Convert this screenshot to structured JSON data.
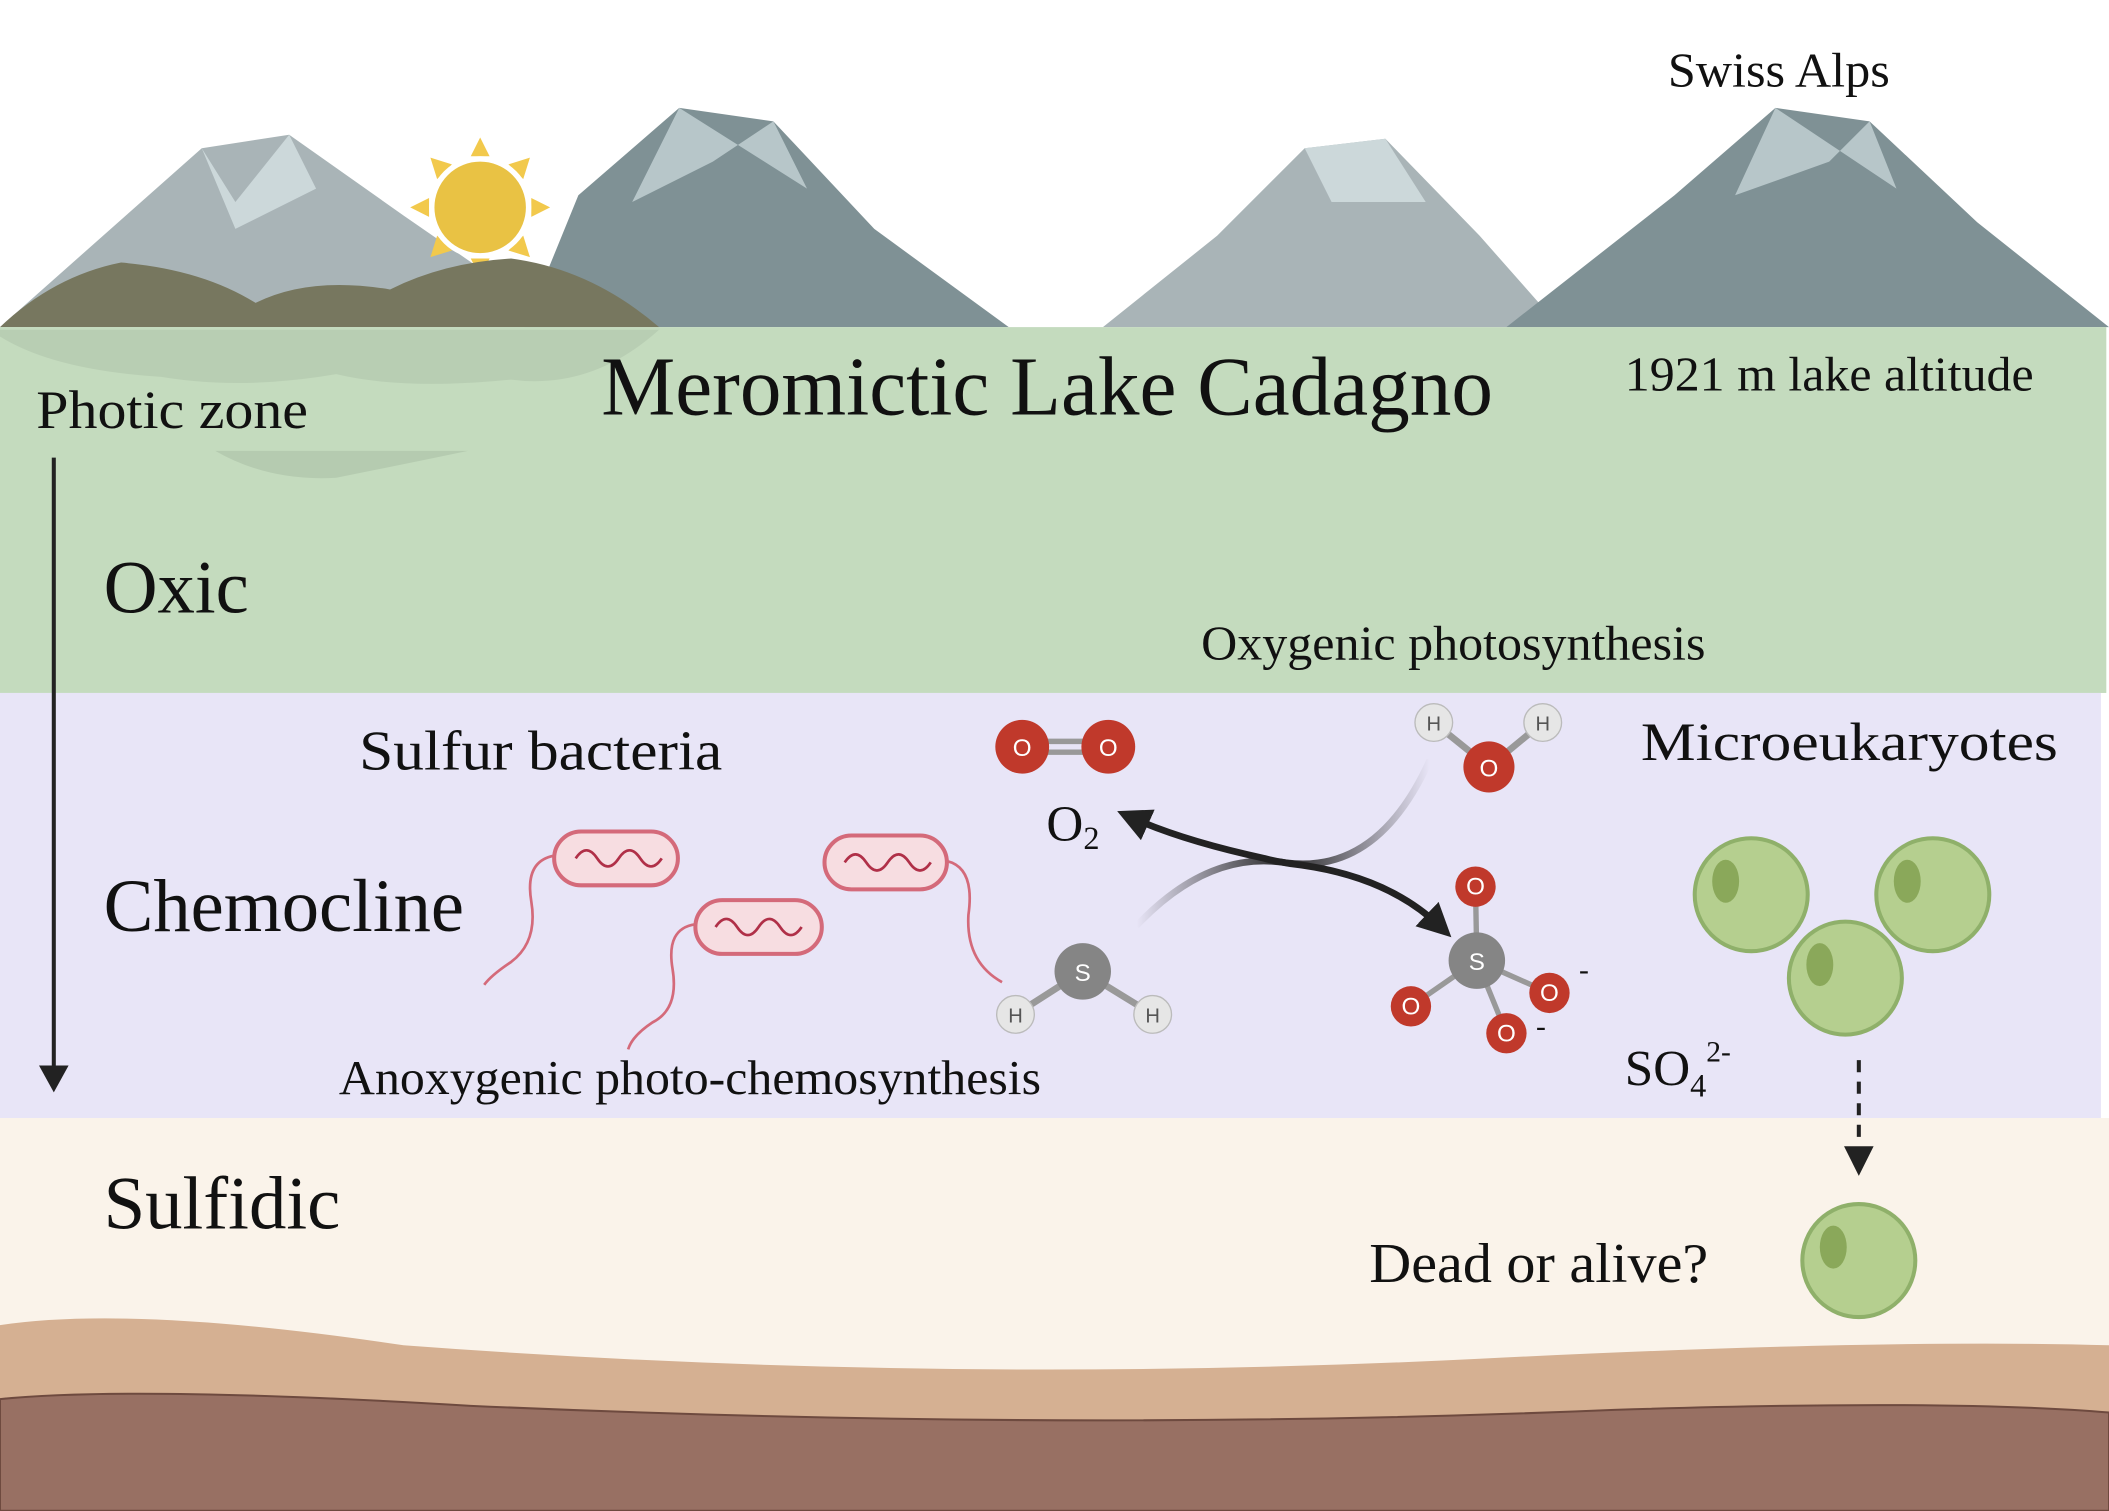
{
  "title": "Meromictic Lake Cadagno",
  "labels": {
    "swiss_alps": "Swiss Alps",
    "altitude": "1921 m lake altitude",
    "photic_zone": "Photic zone",
    "oxic": "Oxic",
    "oxygenic": "Oxygenic photosynthesis",
    "sulfur_bacteria": "Sulfur bacteria",
    "microeukaryotes": "Microeukaryotes",
    "chemocline": "Chemocline",
    "anoxygenic": "Anoxygenic photo-chemosynthesis",
    "sulfidic": "Sulfidic",
    "dead_or_alive": "Dead or alive?"
  },
  "formulas": {
    "o2_main": "O",
    "o2_sub": "2",
    "so4_main": "SO",
    "so4_sub": "4",
    "so4_sup": "2-"
  },
  "atoms": {
    "O": "O",
    "H": "H",
    "S": "S",
    "minus": "-"
  },
  "colors": {
    "oxic": "#c4dbbe",
    "chemocline": "#e8e5f7",
    "sulfidic": "#faf3ea",
    "sediment_top": "#d5b092",
    "sediment_bottom": "#987063",
    "sun": "#e9c244",
    "oxygen_atom": "#c0392b",
    "cell": "#b5cf8f"
  }
}
